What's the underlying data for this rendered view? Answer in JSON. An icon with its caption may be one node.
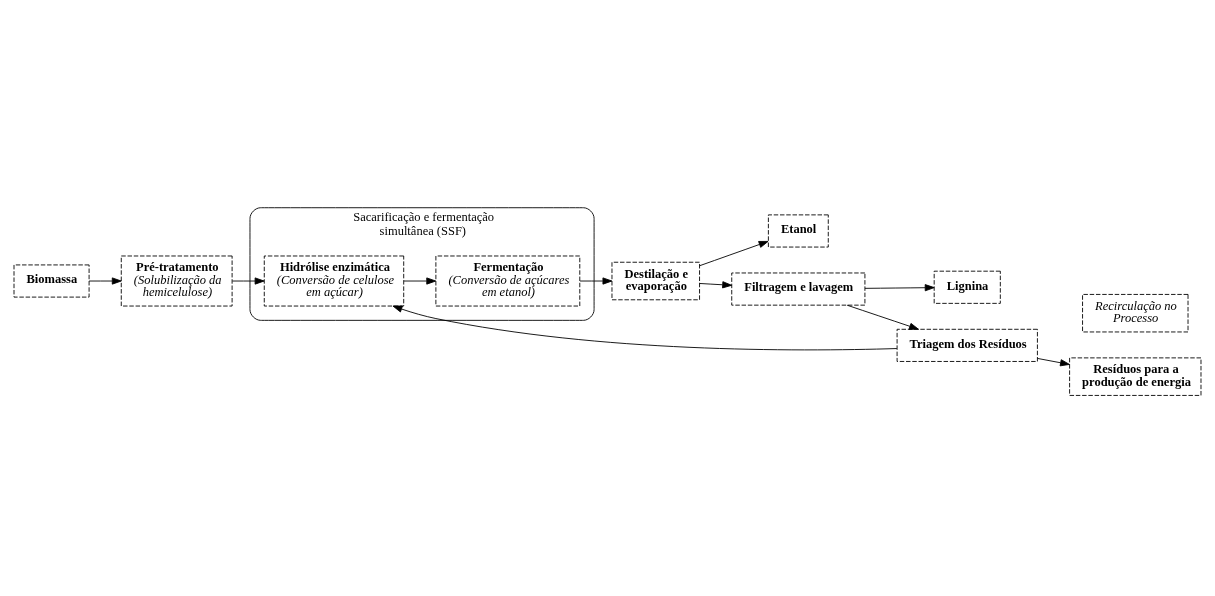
{
  "diagram": {
    "nodes": [
      {
        "text": [
          "Biomassa"
        ]
      },
      {
        "text": [
          "Pré-tratamento",
          "(Solubilização da hemicelulose)"
        ]
      },
      {
        "text": [
          "Sacarificação e fermentação simultânea (SSF)"
        ]
      },
      {
        "text": [
          "Hidrólise enzimática",
          "(Conversão de celulose em açúcar)"
        ],
        "in": 2
      },
      {
        "text": [
          "Fermentação",
          "(Conversão de açúcares em etanol)"
        ],
        "in": 2
      },
      {
        "text": [
          "Etanol"
        ]
      },
      {
        "text": [
          "Destilação e evaporação"
        ]
      },
      {
        "text": [
          "Filtragem e lavagem"
        ]
      },
      {
        "text": [
          "Triagem dos Resíduos"
        ]
      },
      {
        "text": [
          "Recirculação no Processo"
        ]
      },
      {
        "text": [
          "Resíduos para a produção de energia"
        ]
      },
      {
        "text": [
          "Lignina"
        ]
      }
    ],
    "edges": [
      {
        "from": 0,
        "to": 1,
        "arrow": "to"
      },
      {
        "from": 1,
        "to": 3,
        "arrow": "to"
      },
      {
        "from": 3,
        "to": 4,
        "arrow": "to"
      },
      {
        "from": 4,
        "to": 6,
        "arrow": "to"
      },
      {
        "from": 6,
        "to": 5,
        "arrow": "to"
      },
      {
        "from": 6,
        "to": 7,
        "arrow": "to"
      },
      {
        "from": 7,
        "to": 8,
        "arrow": "to"
      },
      {
        "from": 8,
        "to": 3,
        "arrow": "to"
      },
      {
        "from": 8,
        "to": 10,
        "arrow": "to"
      },
      {
        "from": 7,
        "to": 11,
        "arrow": "to"
      }
    ]
  }
}
